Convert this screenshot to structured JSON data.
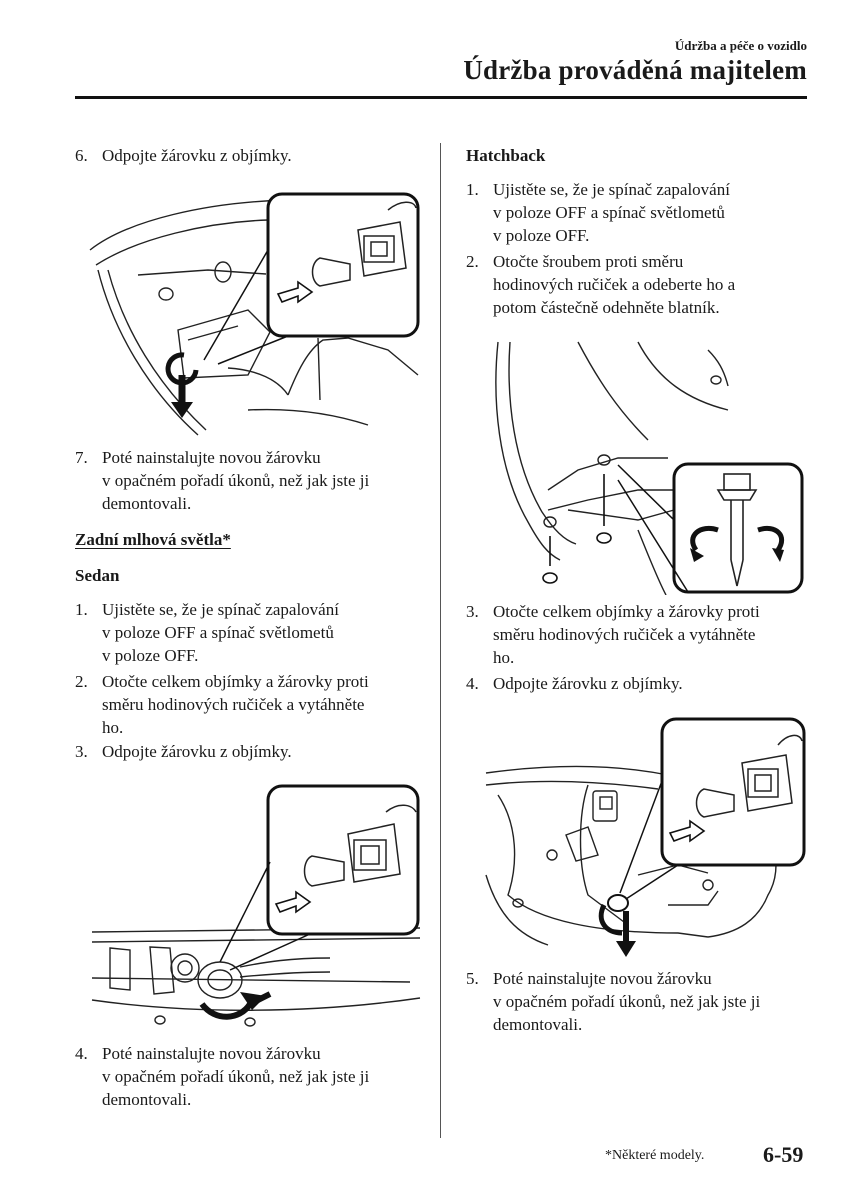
{
  "header": {
    "section": "Údržba a péče o vozidlo",
    "title": "Údržba prováděná majitelem"
  },
  "left": {
    "step6": {
      "num": "6.",
      "line1": "Odpojte žárovku z objímky."
    },
    "step7": {
      "num": "7.",
      "line1": "Poté nainstalujte novou žárovku",
      "line2": "v opačném pořadí úkonů, než jak jste ji",
      "line3": "demontovali."
    },
    "heading": "Zadní mlhová světla*",
    "subheading": "Sedan",
    "s1": {
      "num": "1.",
      "line1": "Ujistěte se, že je spínač zapalování",
      "line2": "v poloze OFF a spínač světlometů",
      "line3": "v poloze OFF."
    },
    "s2": {
      "num": "2.",
      "line1": "Otočte celkem objímky a žárovky proti",
      "line2": "směru hodinových ručiček a vytáhněte",
      "line3": "ho."
    },
    "s3": {
      "num": "3.",
      "line1": "Odpojte žárovku z objímky."
    },
    "s4": {
      "num": "4.",
      "line1": "Poté nainstalujte novou žárovku",
      "line2": "v opačném pořadí úkonů, než jak jste ji",
      "line3": "demontovali."
    }
  },
  "right": {
    "subheading": "Hatchback",
    "h1": {
      "num": "1.",
      "line1": "Ujistěte se, že je spínač zapalování",
      "line2": "v poloze OFF a spínač světlometů",
      "line3": "v poloze OFF."
    },
    "h2": {
      "num": "2.",
      "line1": "Otočte šroubem proti směru",
      "line2": "hodinových ručiček a odeberte ho a",
      "line3": "potom částečně odehněte blatník."
    },
    "h3": {
      "num": "3.",
      "line1": "Otočte celkem objímky a žárovky proti",
      "line2": "směru hodinových ručiček a vytáhněte",
      "line3": "ho."
    },
    "h4": {
      "num": "4.",
      "line1": "Odpojte žárovku z objímky."
    },
    "h5": {
      "num": "5.",
      "line1": "Poté nainstalujte novou žárovku",
      "line2": "v opačném pořadí úkonů, než jak jste ji",
      "line3": "demontovali."
    }
  },
  "footer": {
    "footnote": "*Některé modely.",
    "page": "6-59"
  }
}
